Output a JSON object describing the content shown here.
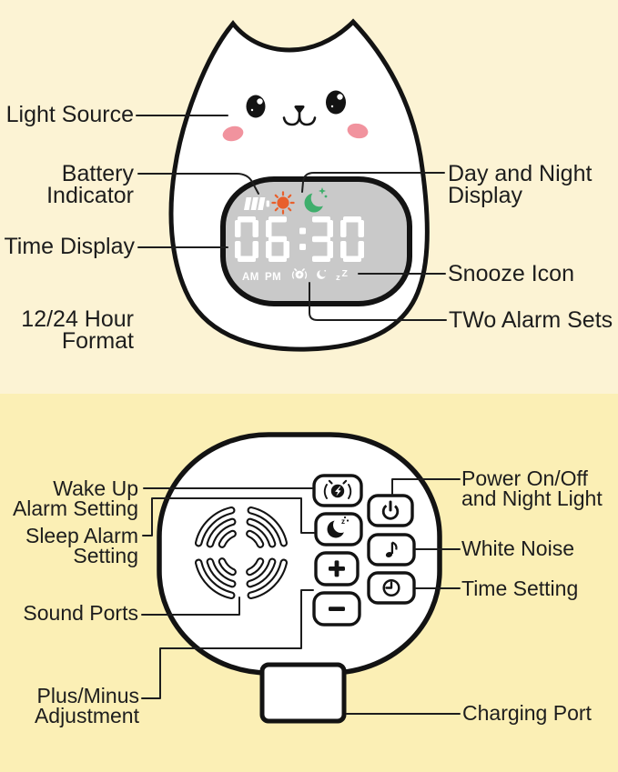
{
  "front_view": {
    "labels": {
      "light_source": "Light Source",
      "battery_indicator": [
        "Battery",
        "Indicator"
      ],
      "time_display": "Time Display",
      "hour_format": [
        "12/24 Hour",
        "Format"
      ],
      "day_night": [
        "Day and Night",
        "Display"
      ],
      "snooze": "Snooze Icon",
      "two_alarm": "TWo Alarm Sets"
    },
    "display": {
      "time": "06:30",
      "am": "AM",
      "pm": "PM",
      "snooze_z_small": "z",
      "snooze_z_big": "Z"
    }
  },
  "back_view": {
    "labels": {
      "wake_up": [
        "Wake Up",
        "Alarm Setting"
      ],
      "sleep_alarm": [
        "Sleep Alarm",
        "Setting"
      ],
      "sound_ports": "Sound Ports",
      "plus_minus": [
        "Plus/Minus",
        "Adjustment"
      ],
      "power": [
        "Power On/Off",
        "and Night Light"
      ],
      "white_noise": "White Noise",
      "time_setting": "Time Setting",
      "charging_port": "Charging Port"
    },
    "icons": {
      "wake_button": "ringing-alarm-clock",
      "sleep_button": "crescent-moon-z",
      "plus_button": "+",
      "minus_button": "−",
      "power_button": "power-symbol",
      "white_noise_button": "music-note",
      "time_button": "clock-face"
    },
    "sleep_z": "z"
  },
  "colors": {
    "bg_top": "#FCF3D4",
    "bg_bottom": "#FBEFB5",
    "display_gray": "#C9C9C9",
    "cheek_pink": "#F1939E",
    "sun_orange": "#E8602C",
    "moon_green": "#3FAE6C",
    "ink": "#1d1d1d"
  }
}
